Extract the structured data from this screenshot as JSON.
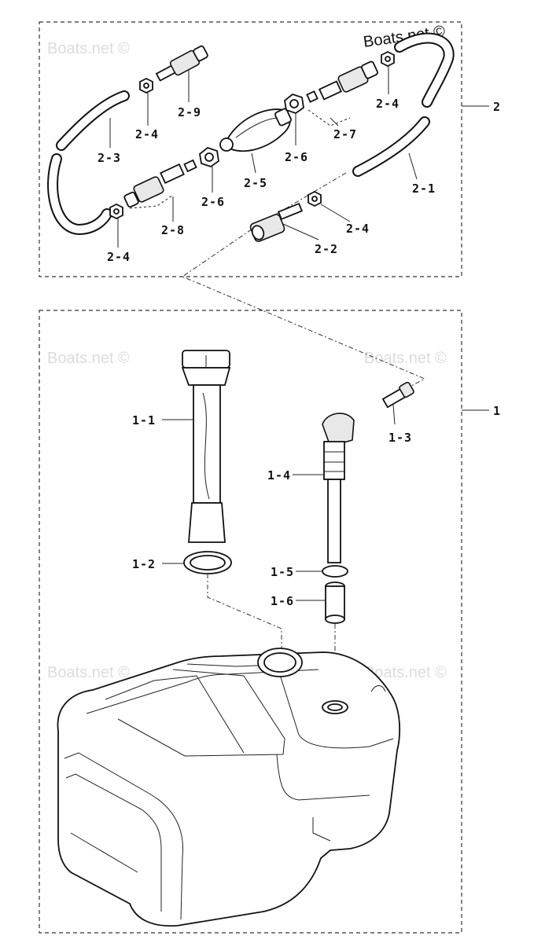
{
  "watermark": "Boats.net ©",
  "groups": [
    {
      "id": "1",
      "label": "1"
    },
    {
      "id": "2",
      "label": "2"
    }
  ],
  "callouts": {
    "c2_1": "2-1",
    "c2_2": "2-2",
    "c2_3": "2-3",
    "c2_4a": "2-4",
    "c2_4b": "2-4",
    "c2_4c": "2-4",
    "c2_4d": "2-4",
    "c2_5": "2-5",
    "c2_6a": "2-6",
    "c2_6b": "2-6",
    "c2_7": "2-7",
    "c2_8": "2-8",
    "c2_9": "2-9",
    "c1_1": "1-1",
    "c1_2": "1-2",
    "c1_3": "1-3",
    "c1_4": "1-4",
    "c1_5": "1-5",
    "c1_6": "1-6"
  }
}
